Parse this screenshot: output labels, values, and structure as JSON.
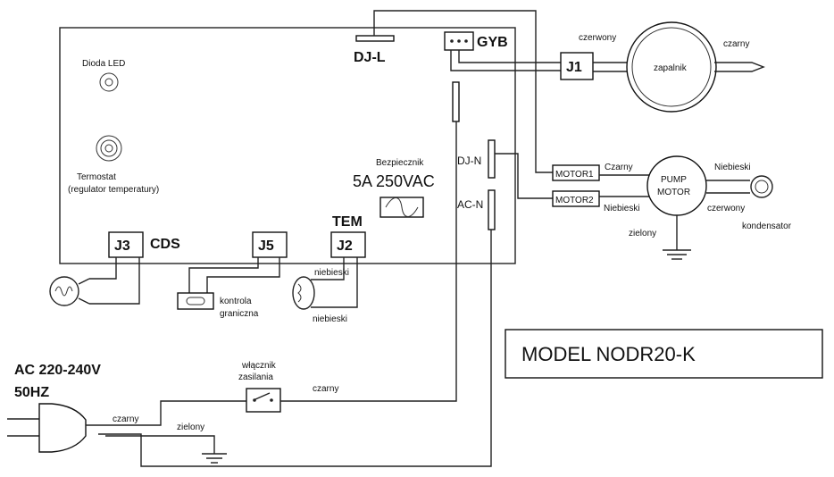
{
  "board": {
    "led_label": "Dioda LED",
    "thermostat_label_1": "Termostat",
    "thermostat_label_2": "(regulator temperatury)",
    "fuse_label": "Bezpiecznik",
    "fuse_rating": "5A 250VAC"
  },
  "connectors": {
    "dj_l": "DJ-L",
    "gyb": "GYB",
    "j1": "J1",
    "j2": "J2",
    "j3": "J3",
    "j5": "J5",
    "cds": "CDS",
    "tem": "TEM",
    "dj_n": "DJ-N",
    "ac_n": "AC-N",
    "motor1": "MOTOR1",
    "motor2": "MOTOR2"
  },
  "igniter": {
    "label": "zapalnik",
    "wire_left": "czerwony",
    "wire_right": "czarny"
  },
  "pump": {
    "label_1": "PUMP",
    "label_2": "MOTOR",
    "wire_black": "Czarny",
    "wire_blue_left": "Niebieski",
    "wire_blue_right": "Niebieski",
    "wire_red": "czerwony",
    "wire_green": "zielony",
    "capacitor": "kondensator"
  },
  "sensors": {
    "limit_label_1": "kontrola",
    "limit_label_2": "graniczna",
    "tem_wire_1": "niebieski",
    "tem_wire_2": "niebieski"
  },
  "power": {
    "voltage": "AC 220-240V",
    "frequency": "50HZ",
    "switch_label_1": "włącznik",
    "switch_label_2": "zasilania",
    "wire_black_switch": "czarny",
    "wire_black_plug": "czarny",
    "wire_green": "zielony"
  },
  "model": {
    "text": "MODEL NODR20-K"
  }
}
